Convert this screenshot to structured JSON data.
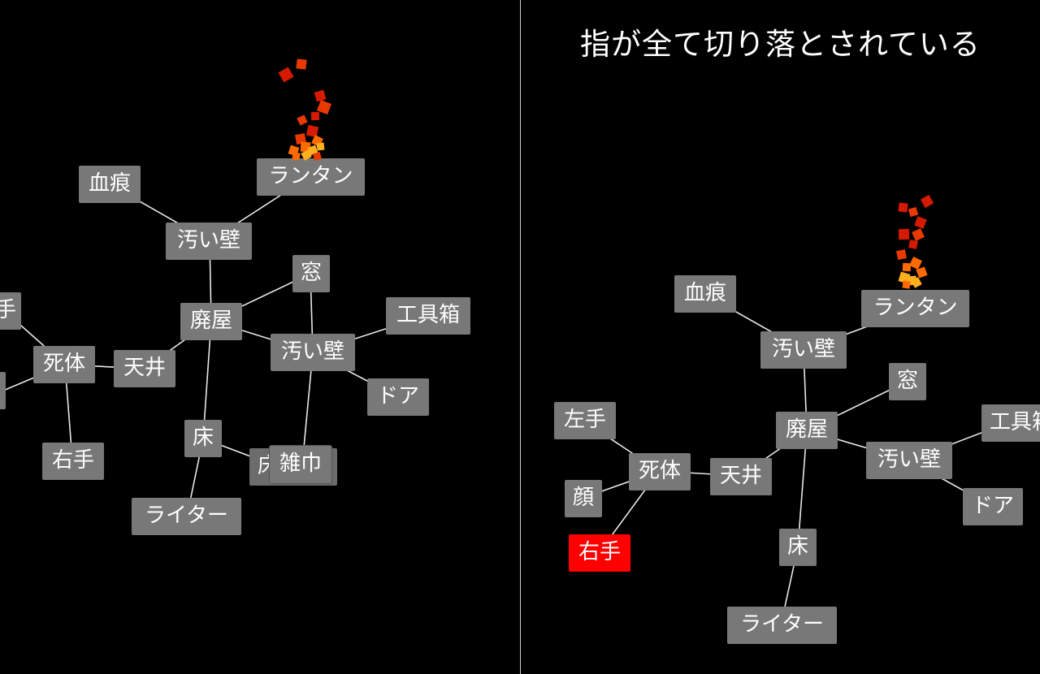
{
  "left_board": {
    "nodes": {
      "lantern": "ランタン",
      "bloodstain": "血痕",
      "dirty_wall_top": "汚い壁",
      "window": "窓",
      "ruin": "廃屋",
      "toolbox": "工具箱",
      "dirty_wall_mid": "汚い壁",
      "corpse": "死体",
      "ceiling": "天井",
      "left_hand_cut": "手",
      "door": "ドア",
      "floor": "床",
      "floor_hidden": "床",
      "rag": "雑巾",
      "right_hand": "右手",
      "lighter": "ライター"
    }
  },
  "right_board": {
    "hint": "指が全て切り落とされている",
    "nodes": {
      "bloodstain": "血痕",
      "lantern": "ランタン",
      "dirty_wall_top": "汚い壁",
      "window": "窓",
      "left_hand": "左手",
      "ruin": "廃屋",
      "toolbox": "工具箱",
      "corpse": "死体",
      "ceiling": "天井",
      "dirty_wall_mid": "汚い壁",
      "face": "顔",
      "door": "ドア",
      "right_hand": "右手",
      "floor": "床",
      "lighter": "ライター"
    },
    "selected_node": "右手"
  },
  "colors": {
    "background": "#000000",
    "node": "#787878",
    "node_text": "#ffffff",
    "selected": "#ff0000",
    "edge": "#e8e8e8",
    "divider": "#cfcfcf",
    "fire": [
      "#d41a00",
      "#e83a00",
      "#ff6a00",
      "#ffb020"
    ]
  }
}
